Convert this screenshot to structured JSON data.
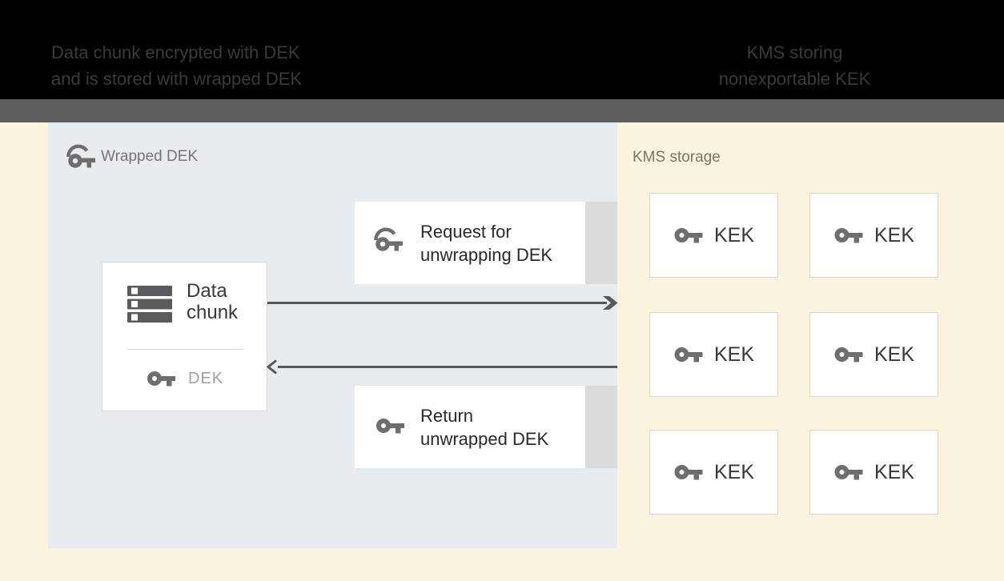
{
  "header": {
    "left_caption": {
      "line1": "Data chunk encrypted with DEK",
      "line2": "and is stored with wrapped DEK"
    },
    "right_caption": {
      "line1": "KMS storing",
      "line2": "nonexportable KEK"
    }
  },
  "wrapped_panel": {
    "title": "Wrapped DEK",
    "data_chunk": {
      "label": "Data chunk",
      "key_label": "DEK"
    },
    "request_box": {
      "line1": "Request for",
      "line2": "unwrapping DEK"
    },
    "return_box": {
      "line1": "Return",
      "line2": "unwrapped DEK"
    }
  },
  "kms_panel": {
    "title": "KMS storage",
    "keks": [
      "KEK",
      "KEK",
      "KEK",
      "KEK",
      "KEK",
      "KEK"
    ]
  },
  "icons": {
    "wrapped_key": "wrapped-key-icon",
    "key": "key-icon",
    "data_stack": "data-stack-icon",
    "arrow_right": "arrow-right-icon",
    "arrow_left": "arrow-left-icon"
  },
  "colors": {
    "header_bg": "#000000",
    "header_text": "#3a3a3a",
    "band": "#5e5e5e",
    "cream_bg": "#fbf4dc",
    "panel_bg": "#e8ebef",
    "strip": "#dbdbdb",
    "arrow": "#55585c",
    "icon_gray": "#6e6e6e",
    "text_dark": "#28292b",
    "text_gray": "#757575"
  }
}
